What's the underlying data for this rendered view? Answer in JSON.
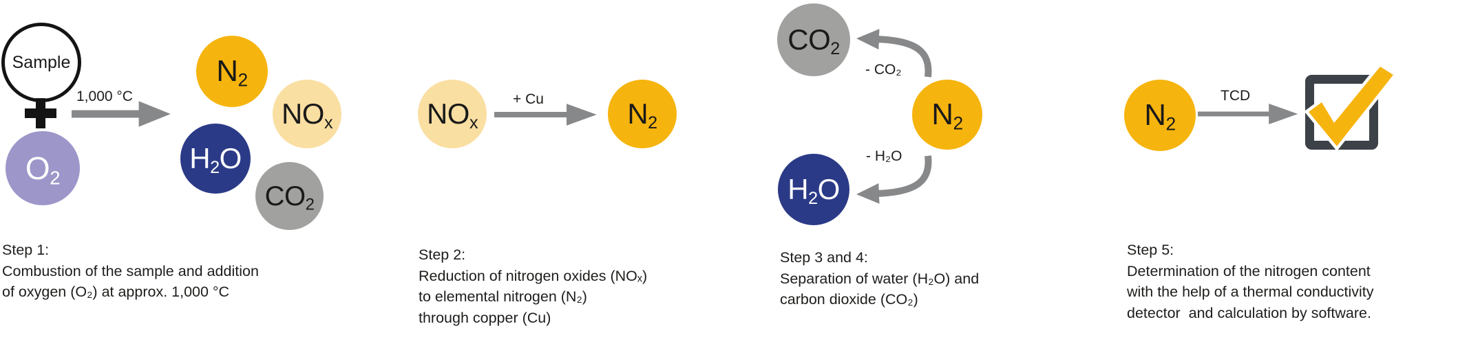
{
  "colors": {
    "gold": "#F6B40E",
    "cream": "#FADFA2",
    "navy": "#2B3A87",
    "gray": "#A1A1A0",
    "lavender": "#9C96C9",
    "arrowgray": "#87888A",
    "checkdark": "#3C4247",
    "ink": "#1D1D1B"
  },
  "icons": {
    "plus": "plus-icon",
    "checkbox": "checked-checkbox-icon"
  },
  "steps": [
    {
      "caption": {
        "title": "Step 1:",
        "lines": [
          "Combustion of the sample and addition",
          "of oxygen (O₂) at approx. 1,000 °C"
        ]
      },
      "sample_label": "Sample",
      "arrow_label": "1,000 °C",
      "molecules": {
        "o2": {
          "pre": "O",
          "sub": "2"
        },
        "n2": {
          "pre": "N",
          "sub": "2"
        },
        "nox": {
          "pre": "NO",
          "sub": "x"
        },
        "h2o": {
          "pre": "H",
          "sub": "2",
          "post": "O"
        },
        "co2": {
          "pre": "CO",
          "sub": "2"
        }
      }
    },
    {
      "caption": {
        "title": "Step 2:",
        "lines": [
          "Reduction of nitrogen oxides (NOₓ)",
          "to elemental nitrogen (N₂)",
          "through copper (Cu)"
        ]
      },
      "arrow_label": "+ Cu",
      "molecules": {
        "nox": {
          "pre": "NO",
          "sub": "x"
        },
        "n2": {
          "pre": "N",
          "sub": "2"
        }
      }
    },
    {
      "caption": {
        "title": "Step 3 and 4:",
        "lines": [
          "Separation of water (H₂O) and",
          "carbon dioxide (CO₂)"
        ]
      },
      "arrow_labels": {
        "co2": "- CO₂",
        "h2o": "- H₂O"
      },
      "molecules": {
        "co2": {
          "pre": "CO",
          "sub": "2"
        },
        "n2": {
          "pre": "N",
          "sub": "2"
        },
        "h2o": {
          "pre": "H",
          "sub": "2",
          "post": "O"
        }
      }
    },
    {
      "caption": {
        "title": "Step 5:",
        "lines": [
          "Determination of the nitrogen content",
          "with the help of a thermal conductivity",
          "detector  and calculation by software."
        ]
      },
      "arrow_label": "TCD",
      "molecules": {
        "n2": {
          "pre": "N",
          "sub": "2"
        }
      }
    }
  ]
}
